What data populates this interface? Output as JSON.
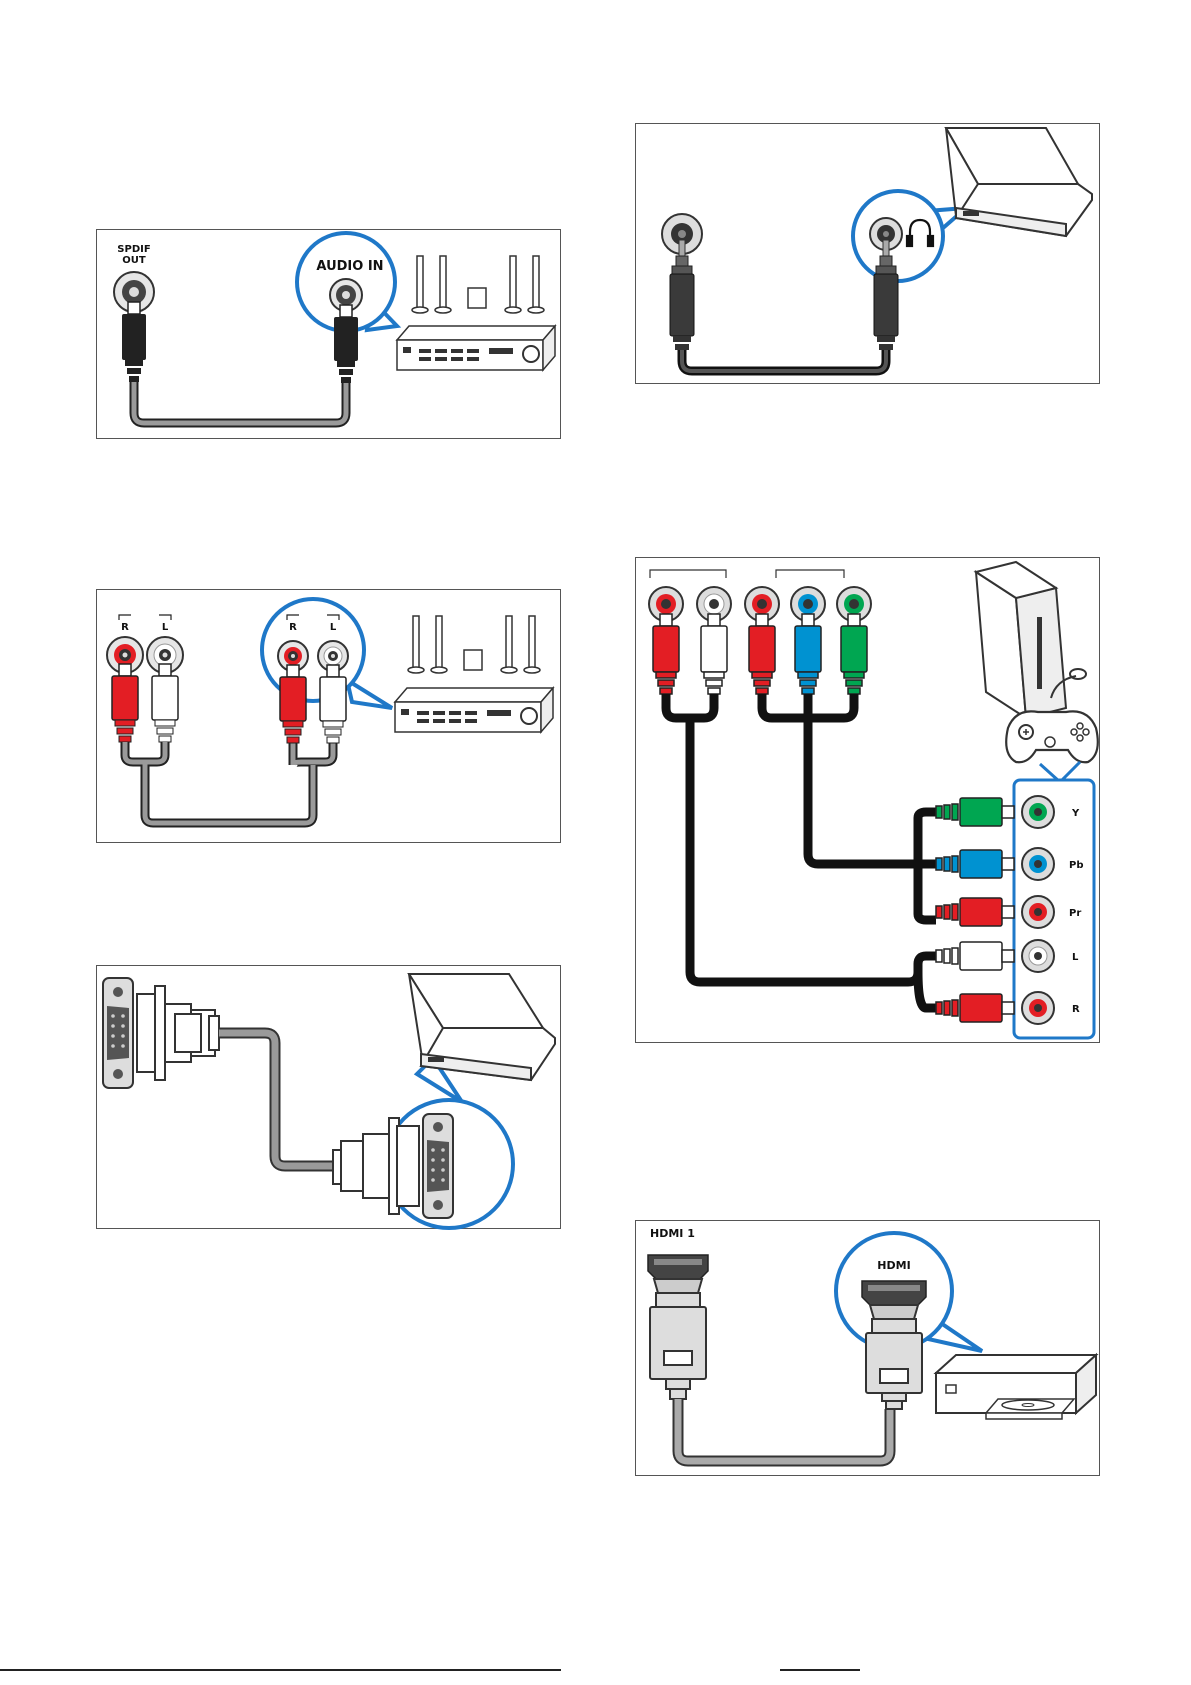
{
  "panels": {
    "spdif": {
      "tv_label_line1": "SPDIF",
      "tv_label_line2": "OUT",
      "device_label": "AUDIO IN"
    },
    "audio_rl": {
      "tv_r": "R",
      "tv_l": "L",
      "dev_r": "R",
      "dev_l": "L"
    },
    "vga": {},
    "headphone": {},
    "component": {
      "labels": [
        "Y",
        "Pb",
        "Pr",
        "L",
        "R"
      ]
    },
    "hdmi": {
      "tv_label": "HDMI 1",
      "device_label": "HDMI"
    }
  },
  "colors": {
    "accent": "#1f78c8",
    "red": "#e31e24",
    "green": "#00a651",
    "blue": "#0092d1",
    "cable": "#9a9a9a",
    "dark_cable": "#1a1a1a"
  }
}
